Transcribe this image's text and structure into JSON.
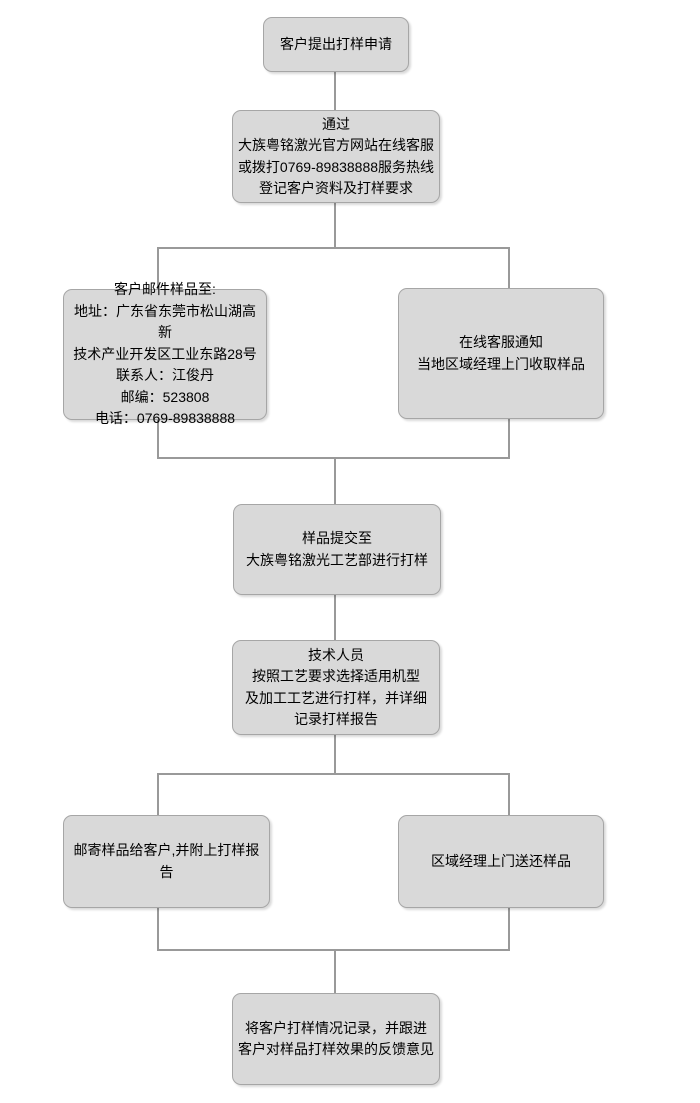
{
  "diagram": {
    "type": "flowchart",
    "colors": {
      "box_fill": "#d9d9d9",
      "box_border": "#a6a6a6",
      "connector_color": "#999999",
      "text_color": "#000000"
    },
    "nodes": {
      "request": {
        "text": "客户提出打样申请"
      },
      "register": {
        "text": "通过\n大族粤铭激光官方网站在线客服\n或拨打0769-89838888服务热线\n登记客户资料及打样要求"
      },
      "mail_sample": {
        "text": "客户邮件样品至:\n地址：广东省东莞市松山湖高新\n技术产业开发区工业东路28号\n联系人：江俊丹\n邮编：523808\n电话：0769-89838888"
      },
      "pickup": {
        "text": "在线客服通知\n当地区域经理上门收取样品"
      },
      "submit": {
        "text": "样品提交至\n大族粤铭激光工艺部进行打样"
      },
      "technician": {
        "text": "技术人员\n按照工艺要求选择适用机型\n及加工工艺进行打样，并详细\n记录打样报告"
      },
      "mail_back": {
        "text": "邮寄样品给客户,并附上打样报告"
      },
      "return": {
        "text": "区域经理上门送还样品"
      },
      "record": {
        "text": "将客户打样情况记录，并跟进\n客户对样品打样效果的反馈意见"
      }
    },
    "edges": [
      {
        "from": "request",
        "to": "register"
      },
      {
        "from": "register",
        "to": "mail_sample"
      },
      {
        "from": "register",
        "to": "pickup"
      },
      {
        "from": "mail_sample",
        "to": "submit"
      },
      {
        "from": "pickup",
        "to": "submit"
      },
      {
        "from": "submit",
        "to": "technician"
      },
      {
        "from": "technician",
        "to": "mail_back"
      },
      {
        "from": "technician",
        "to": "return"
      },
      {
        "from": "mail_back",
        "to": "record"
      },
      {
        "from": "return",
        "to": "record"
      }
    ]
  }
}
